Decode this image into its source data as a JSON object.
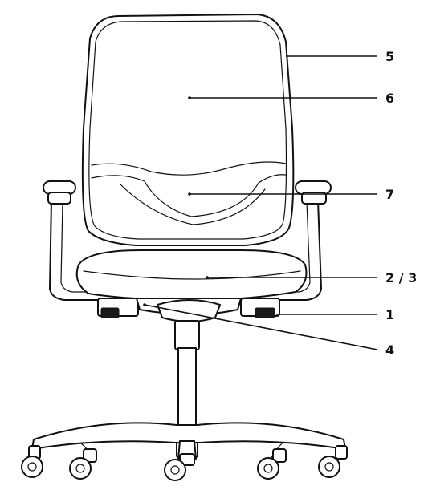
{
  "diagram": {
    "subject": "office-chair",
    "labels": [
      {
        "id": "label-5",
        "text": "5"
      },
      {
        "id": "label-6",
        "text": "6"
      },
      {
        "id": "label-7",
        "text": "7"
      },
      {
        "id": "label-2-3",
        "text": "2 / 3"
      },
      {
        "id": "label-1",
        "text": "1"
      },
      {
        "id": "label-4",
        "text": "4"
      }
    ]
  }
}
